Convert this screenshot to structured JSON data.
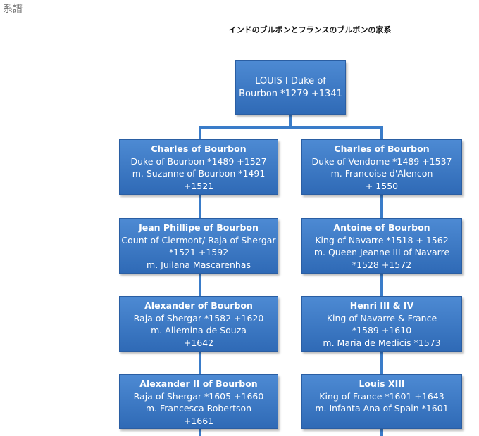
{
  "heading": "系譜",
  "title": "インドのブルボンとフランスのブルボンの家系",
  "root": {
    "line1": "LOUIS I Duke of",
    "line2": "Bourbon  *1279 +1341"
  },
  "left": [
    {
      "name": "Charles of Bourbon",
      "lines": [
        "Duke of Bourbon *1489 +1527",
        "m. Suzanne of Bourbon *1491",
        "+1521"
      ]
    },
    {
      "name": "Jean Phillipe of Bourbon",
      "lines": [
        "Count of Clermont/ Raja of Shergar",
        "*1521 +1592",
        "m. Juilana Mascarenhas"
      ]
    },
    {
      "name": "Alexander of Bourbon",
      "lines": [
        "Raja of Shergar  *1582 +1620",
        "m. Allemina de Souza",
        "+1642"
      ]
    },
    {
      "name": "Alexander II of Bourbon",
      "lines": [
        "Raja of Shergar *1605 +1660",
        "m. Francesca Robertson",
        "+1661"
      ]
    }
  ],
  "right": [
    {
      "name": "Charles of Bourbon",
      "lines": [
        "Duke of Vendome *1489 +1537",
        "m. Francoise d'Alencon",
        "+ 1550"
      ]
    },
    {
      "name": "Antoine of Bourbon",
      "lines": [
        "King of Navarre *1518 + 1562",
        "m. Queen Jeanne III of Navarre",
        "*1528 +1572"
      ]
    },
    {
      "name": "Henri III & IV",
      "lines": [
        "King of Navarre & France",
        "*1589 +1610",
        "m. Maria de Medicis  *1573"
      ]
    },
    {
      "name": "Louis  XIII",
      "lines": [
        "King of France  *1601 +1643",
        "m. Infanta Ana of Spain *1601"
      ]
    }
  ]
}
